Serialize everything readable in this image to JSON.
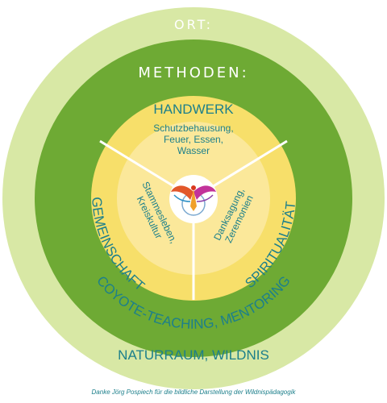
{
  "diagram": {
    "outer_label": "ORT:",
    "green_ring_label": "METHODEN:",
    "segments": {
      "top": {
        "title": "HANDWERK",
        "lines": [
          "Schutzbehausung,",
          "Feuer, Essen,",
          "Wasser"
        ]
      },
      "left": {
        "title": "GEMEINSCHAFT",
        "lines": [
          "Stammesleben,",
          "Kreiskultur"
        ]
      },
      "right": {
        "title": "SPIRITUALITÄT",
        "lines": [
          "Danksagung,",
          "Zeremonien"
        ]
      }
    },
    "methods_arc_label": "COYOTE-TEACHING, MENTORING",
    "place_label": "NATURRAUM, WILDNIS",
    "credit": "Danke Jörg Pospiech für die bildliche Darstellung der Wildnispädagogik",
    "colors": {
      "outer_ring": "#d8e8a5",
      "green_ring": "#6eaa34",
      "inner_outer": "#f7df6a",
      "inner_core": "#fbe89a",
      "text": "#1c7f8b",
      "divider": "#ffffff"
    },
    "center_icon": "phoenix-logo-icon"
  }
}
